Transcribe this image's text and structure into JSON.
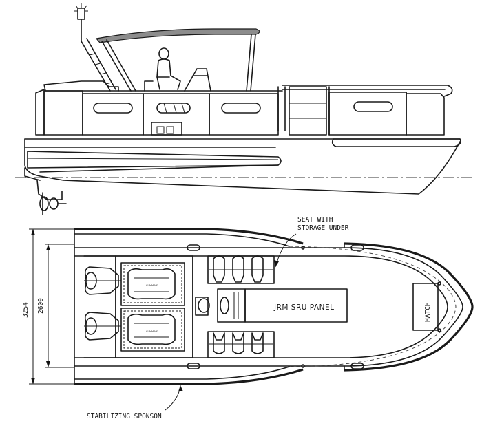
{
  "labels": {
    "seat_line1": "SEAT WITH",
    "seat_line2": "STORAGE UNDER",
    "panel": "JRM SRU PANEL",
    "hatch": "HATCH",
    "sponson": "STABILIZING SPONSON",
    "dim_outer": "3254",
    "dim_inner": "2600",
    "engine_tag": "CUMMINS"
  }
}
